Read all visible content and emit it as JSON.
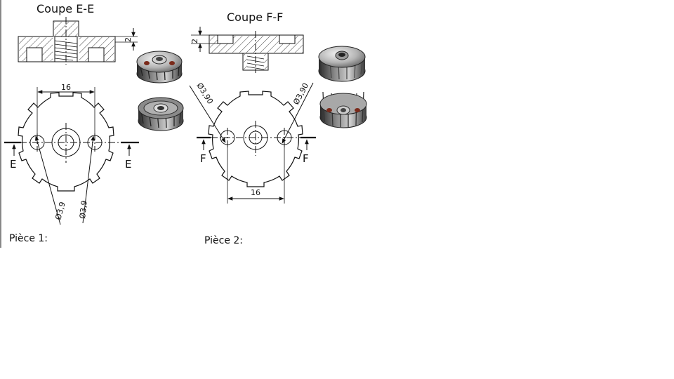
{
  "piece1": {
    "section_title": "Coupe E-E",
    "depth_dim": "2",
    "width_dim": "16",
    "diameter_left": "Ø3,9",
    "diameter_right": "Ø3,9",
    "cut_letter_left": "E",
    "cut_letter_right": "E",
    "label": "Pièce 1:"
  },
  "piece2": {
    "section_title": "Coupe F-F",
    "depth_dim": "2",
    "width_dim": "16",
    "diameter_left": "Ø3,90",
    "diameter_right": "Ø3,90",
    "cut_letter_left": "F",
    "cut_letter_right": "F",
    "label": "Pièce 2:"
  },
  "colors": {
    "line": "#111111",
    "render_metal": "#b8b8b8",
    "render_dark": "#3c3c3c",
    "pin": "#7a2a1a"
  }
}
